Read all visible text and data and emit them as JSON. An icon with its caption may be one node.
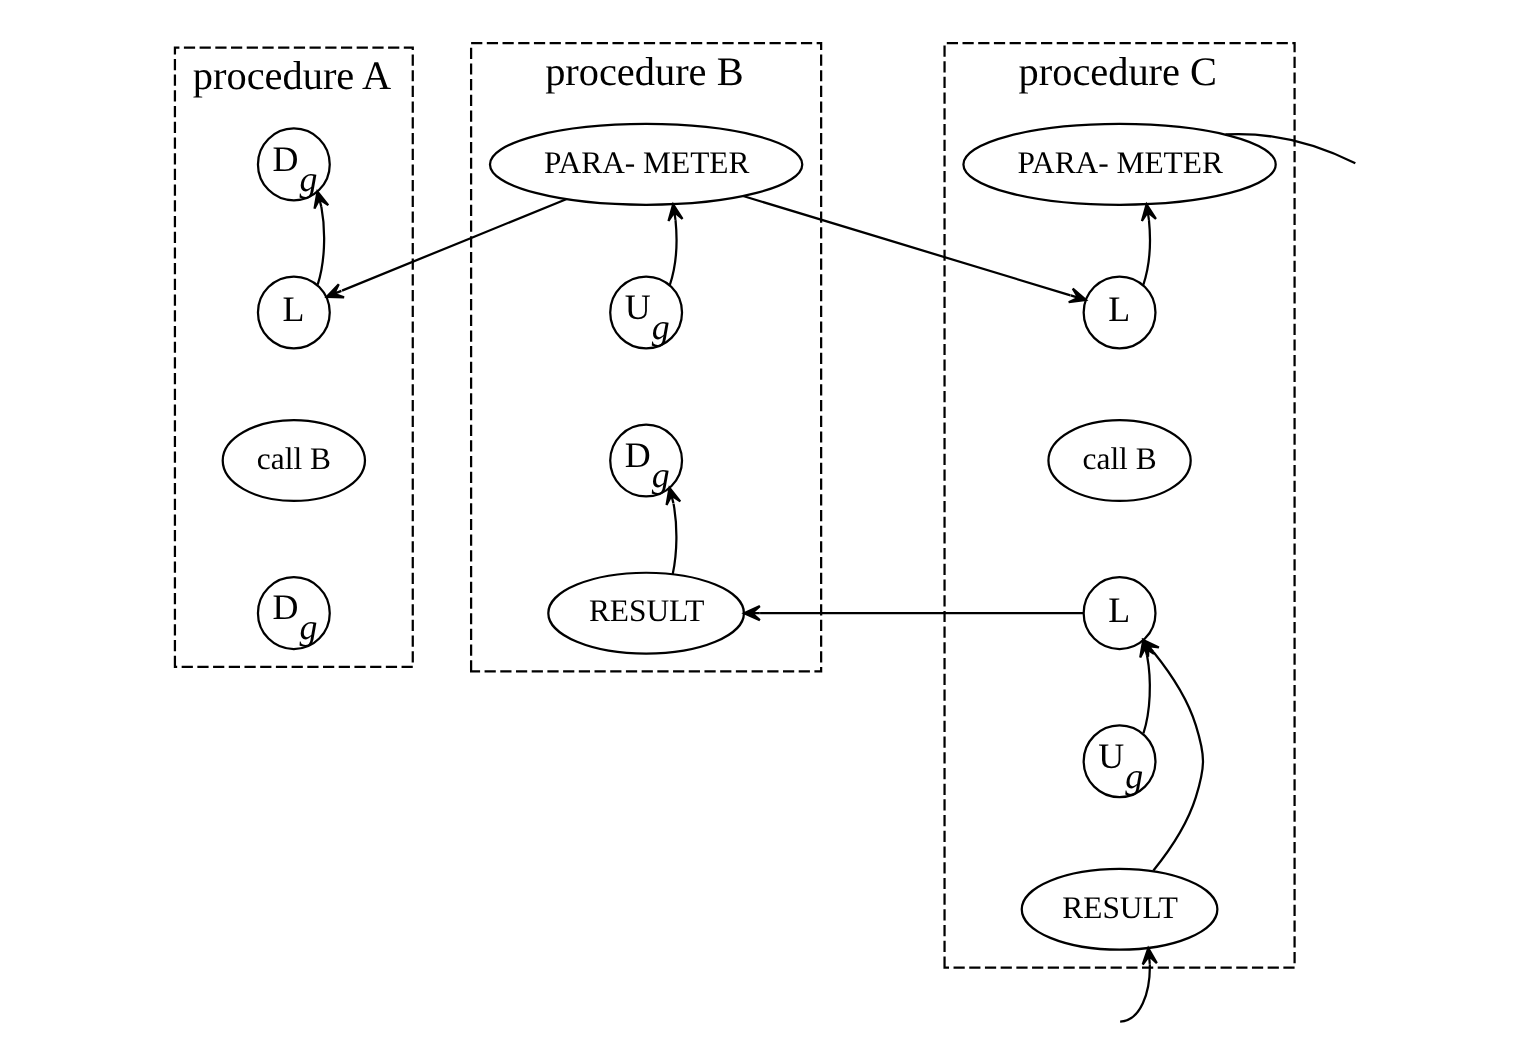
{
  "diagram": {
    "nodes": [
      {
        "text": [
          "procedure A"
        ]
      },
      {
        "text": [
          "D$_{g}$"
        ],
        "in": 0
      },
      {
        "text": [
          "L"
        ],
        "in": 0
      },
      {
        "text": [
          "call B"
        ],
        "in": 0
      },
      {
        "text": [
          "D$_{g}$"
        ],
        "in": 0
      },
      {
        "text": [
          "procedure B"
        ]
      },
      {
        "text": [
          "PARA- METER"
        ],
        "in": 5
      },
      {
        "text": [
          "U$_{g}$"
        ],
        "in": 5
      },
      {
        "text": [
          "D$_{g}$"
        ],
        "in": 5
      },
      {
        "text": [
          "RESULT"
        ],
        "in": 5
      },
      {
        "text": [
          "procedure C"
        ]
      },
      {
        "text": [
          "PARA- METER"
        ],
        "in": 10
      },
      {
        "text": [
          "L"
        ],
        "in": 10
      },
      {
        "text": [
          "call B"
        ],
        "in": 10
      },
      {
        "text": [
          "L"
        ],
        "in": 10
      },
      {
        "text": [
          "U$_{g}$"
        ],
        "in": 10
      },
      {
        "text": [
          "RESULT"
        ],
        "in": 10
      }
    ],
    "edges": [
      {
        "from": 2,
        "to": 1,
        "arrow": "to"
      },
      {
        "from": 6,
        "to": 2,
        "arrow": "to"
      },
      {
        "from": 7,
        "to": 6,
        "arrow": "to"
      },
      {
        "from": 9,
        "to": 8,
        "arrow": "to"
      },
      {
        "from": 6,
        "to": 12,
        "arrow": "to"
      },
      {
        "from": 12,
        "to": 11,
        "arrow": "to"
      },
      {
        "from": 14,
        "to": 9,
        "arrow": "to"
      },
      {
        "from": 15,
        "to": 14,
        "arrow": "to"
      },
      {
        "from": 16,
        "to": 14,
        "arrow": "to"
      },
      {
        "from": null,
        "to": 16,
        "arrow": "to"
      },
      {
        "from": 11,
        "to": null,
        "arrow": "none"
      }
    ]
  }
}
